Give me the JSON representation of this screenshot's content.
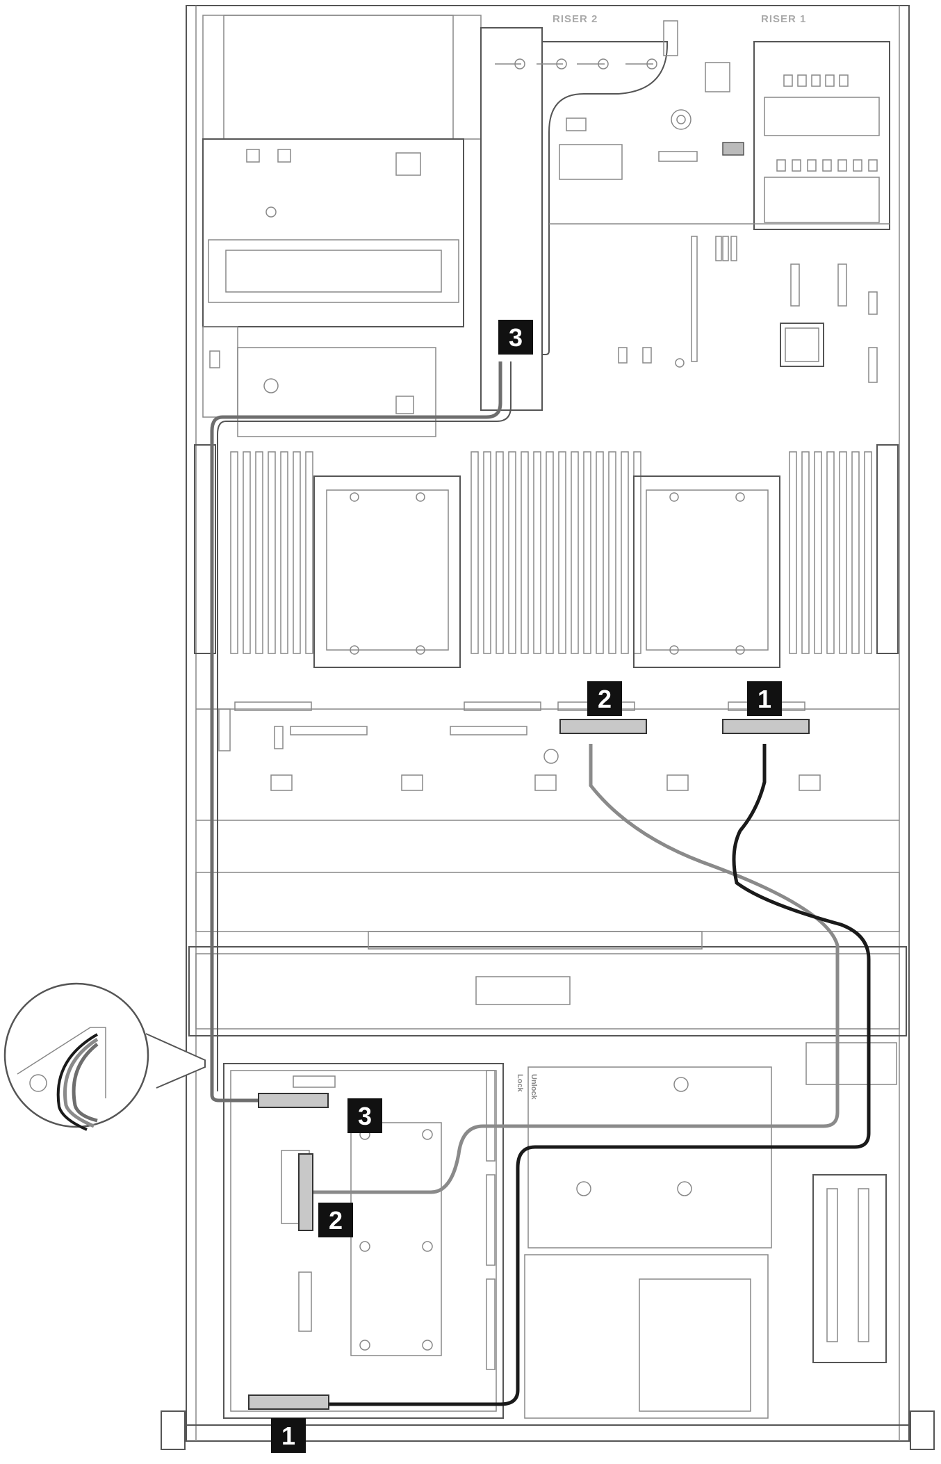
{
  "labels": {
    "riser2": "RISER 2",
    "riser1": "RISER 1",
    "lock": "Lock",
    "unlock": "Unlock"
  },
  "callouts": [
    "1",
    "2",
    "3"
  ],
  "colors": {
    "cable_1": "#1a1a1a",
    "cable_2": "#8a8a8a",
    "cable_3": "#6e6e6e",
    "connector_fill": "#c8c8c8",
    "callout_bg": "#111111",
    "line": "#555555"
  }
}
